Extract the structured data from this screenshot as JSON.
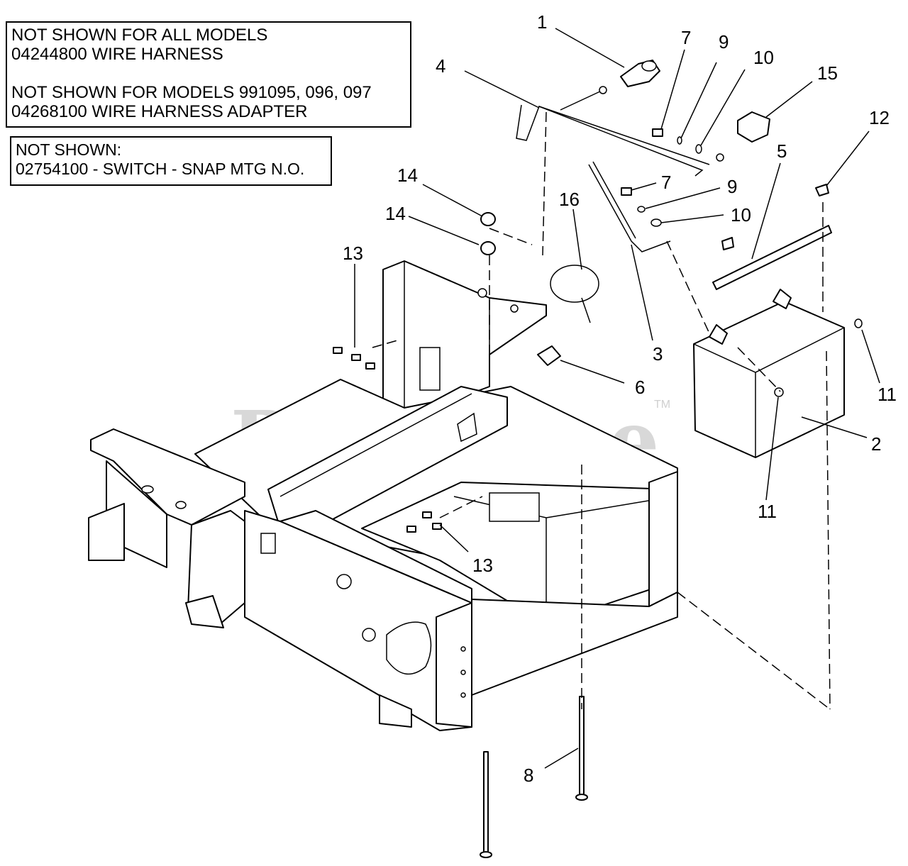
{
  "notes": {
    "box1": {
      "line1": "NOT SHOWN FOR ALL MODELS",
      "line2": "04244800 WIRE HARNESS",
      "line3": "NOT SHOWN FOR MODELS 991095, 096, 097",
      "line4": "04268100 WIRE HARNESS ADAPTER"
    },
    "box2": {
      "line1": "NOT SHOWN:",
      "line2": "02754100 - SWITCH - SNAP MTG N.O."
    }
  },
  "watermark": {
    "text": "PartsTree",
    "tm": "TM"
  },
  "callouts": {
    "c1": "1",
    "c2": "2",
    "c3": "3",
    "c4": "4",
    "c5": "5",
    "c6": "6",
    "c7a": "7",
    "c7b": "7",
    "c8": "8",
    "c9a": "9",
    "c9b": "9",
    "c10a": "10",
    "c10b": "10",
    "c11a": "11",
    "c11b": "11",
    "c12": "12",
    "c13a": "13",
    "c13b": "13",
    "c14a": "14",
    "c14b": "14",
    "c15": "15",
    "c16": "16"
  }
}
